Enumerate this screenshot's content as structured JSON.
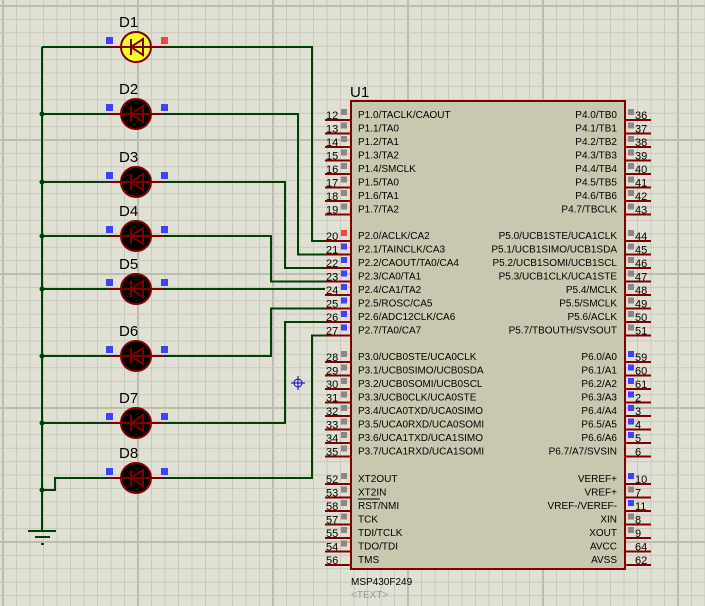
{
  "schematic": {
    "colors": {
      "background": "#e0e0d4",
      "grid_minor": "#c8c8bc",
      "grid_major": "#bcbcb0",
      "wire": "#004000",
      "component_outline": "#800000",
      "chip_fill": "#c8c8b0",
      "led_on_fill": "#ffff30",
      "led_off_fill": "#000000",
      "pin_logic_low": "#4040ff",
      "pin_logic_high": "#ff4040",
      "pin_unknown": "#888888",
      "cursor": "#0000cc"
    },
    "leds": [
      {
        "ref": "D1",
        "state": "on",
        "left_pin": "low",
        "right_pin": "high"
      },
      {
        "ref": "D2",
        "state": "off",
        "left_pin": "low",
        "right_pin": "low"
      },
      {
        "ref": "D3",
        "state": "off",
        "left_pin": "low",
        "right_pin": "low"
      },
      {
        "ref": "D4",
        "state": "off",
        "left_pin": "low",
        "right_pin": "low"
      },
      {
        "ref": "D5",
        "state": "off",
        "left_pin": "low",
        "right_pin": "low"
      },
      {
        "ref": "D6",
        "state": "off",
        "left_pin": "low",
        "right_pin": "low"
      },
      {
        "ref": "D7",
        "state": "off",
        "left_pin": "low",
        "right_pin": "low"
      },
      {
        "ref": "D8",
        "state": "off",
        "left_pin": "low",
        "right_pin": "low"
      }
    ],
    "chip": {
      "ref": "U1",
      "part": "MSP430F249",
      "text_placeholder": "<TEXT>",
      "left_groups": [
        [
          {
            "num": "12",
            "name": "P1.0/TACLK/CAOUT",
            "state": "unknown"
          },
          {
            "num": "13",
            "name": "P1.1/TA0",
            "state": "unknown"
          },
          {
            "num": "14",
            "name": "P1.2/TA1",
            "state": "unknown"
          },
          {
            "num": "15",
            "name": "P1.3/TA2",
            "state": "unknown"
          },
          {
            "num": "16",
            "name": "P1.4/SMCLK",
            "state": "unknown"
          },
          {
            "num": "17",
            "name": "P1.5/TA0",
            "state": "unknown"
          },
          {
            "num": "18",
            "name": "P1.6/TA1",
            "state": "unknown"
          },
          {
            "num": "19",
            "name": "P1.7/TA2",
            "state": "unknown"
          }
        ],
        [
          {
            "num": "20",
            "name": "P2.0/ACLK/CA2",
            "state": "high"
          },
          {
            "num": "21",
            "name": "P2.1/TAINCLK/CA3",
            "state": "low"
          },
          {
            "num": "22",
            "name": "P2.2/CAOUT/TA0/CA4",
            "state": "low"
          },
          {
            "num": "23",
            "name": "P2.3/CA0/TA1",
            "state": "low"
          },
          {
            "num": "24",
            "name": "P2.4/CA1/TA2",
            "state": "low"
          },
          {
            "num": "25",
            "name": "P2.5/ROSC/CA5",
            "state": "low"
          },
          {
            "num": "26",
            "name": "P2.6/ADC12CLK/CA6",
            "state": "low"
          },
          {
            "num": "27",
            "name": "P2.7/TA0/CA7",
            "state": "low"
          }
        ],
        [
          {
            "num": "28",
            "name": "P3.0/UCB0STE/UCA0CLK",
            "state": "unknown"
          },
          {
            "num": "29",
            "name": "P3.1/UCB0SIMO/UCB0SDA",
            "state": "unknown"
          },
          {
            "num": "30",
            "name": "P3.2/UCB0SOMI/UCB0SCL",
            "state": "unknown"
          },
          {
            "num": "31",
            "name": "P3.3/UCB0CLK/UCA0STE",
            "state": "unknown"
          },
          {
            "num": "32",
            "name": "P3.4/UCA0TXD/UCA0SIMO",
            "state": "unknown"
          },
          {
            "num": "33",
            "name": "P3.5/UCA0RXD/UCA0SOMI",
            "state": "unknown"
          },
          {
            "num": "34",
            "name": "P3.6/UCA1TXD/UCA1SIMO",
            "state": "unknown"
          },
          {
            "num": "35",
            "name": "P3.7/UCA1RXD/UCA1SOMI",
            "state": "unknown"
          }
        ],
        [
          {
            "num": "52",
            "name": "XT2OUT",
            "state": "unknown"
          },
          {
            "num": "53",
            "name": "XT2IN",
            "state": "unknown"
          },
          {
            "num": "58",
            "name": "RST/NMI",
            "state": "unknown",
            "overline": "RST"
          },
          {
            "num": "57",
            "name": "TCK",
            "state": "unknown"
          },
          {
            "num": "55",
            "name": "TDI/TCLK",
            "state": "unknown"
          },
          {
            "num": "54",
            "name": "TDO/TDI",
            "state": "unknown"
          },
          {
            "num": "56",
            "name": "TMS",
            "state": "none"
          }
        ]
      ],
      "right_groups": [
        [
          {
            "num": "36",
            "name": "P4.0/TB0",
            "state": "unknown"
          },
          {
            "num": "37",
            "name": "P4.1/TB1",
            "state": "unknown"
          },
          {
            "num": "38",
            "name": "P4.2/TB2",
            "state": "unknown"
          },
          {
            "num": "39",
            "name": "P4.3/TB3",
            "state": "unknown"
          },
          {
            "num": "40",
            "name": "P4.4/TB4",
            "state": "unknown"
          },
          {
            "num": "41",
            "name": "P4.5/TB5",
            "state": "unknown"
          },
          {
            "num": "42",
            "name": "P4.6/TB6",
            "state": "unknown"
          },
          {
            "num": "43",
            "name": "P4.7/TBCLK",
            "state": "unknown"
          }
        ],
        [
          {
            "num": "44",
            "name": "P5.0/UCB1STE/UCA1CLK",
            "state": "unknown"
          },
          {
            "num": "45",
            "name": "P5.1/UCB1SIMO/UCB1SDA",
            "state": "unknown"
          },
          {
            "num": "46",
            "name": "P5.2/UCB1SOMI/UCB1SCL",
            "state": "unknown"
          },
          {
            "num": "47",
            "name": "P5.3/UCB1CLK/UCA1STE",
            "state": "unknown"
          },
          {
            "num": "48",
            "name": "P5.4/MCLK",
            "state": "unknown"
          },
          {
            "num": "49",
            "name": "P5.5/SMCLK",
            "state": "unknown"
          },
          {
            "num": "50",
            "name": "P5.6/ACLK",
            "state": "unknown"
          },
          {
            "num": "51",
            "name": "P5.7/TBOUTH/SVSOUT",
            "state": "unknown"
          }
        ],
        [
          {
            "num": "59",
            "name": "P6.0/A0",
            "state": "low"
          },
          {
            "num": "60",
            "name": "P6.1/A1",
            "state": "low"
          },
          {
            "num": "61",
            "name": "P6.2/A2",
            "state": "low"
          },
          {
            "num": "2",
            "name": "P6.3/A3",
            "state": "low"
          },
          {
            "num": "3",
            "name": "P6.4/A4",
            "state": "low"
          },
          {
            "num": "4",
            "name": "P6.5/A5",
            "state": "low"
          },
          {
            "num": "5",
            "name": "P6.6/A6",
            "state": "low"
          },
          {
            "num": "6",
            "name": "P6.7/A7/SVSIN",
            "state": "none"
          }
        ],
        [
          {
            "num": "10",
            "name": "VEREF+",
            "state": "low"
          },
          {
            "num": "7",
            "name": "VREF+",
            "state": "unknown"
          },
          {
            "num": "11",
            "name": "VREF-/VEREF-",
            "state": "low"
          },
          {
            "num": "8",
            "name": "XIN",
            "state": "unknown"
          },
          {
            "num": "9",
            "name": "XOUT",
            "state": "unknown"
          },
          {
            "num": "64",
            "name": "AVCC",
            "state": "none"
          },
          {
            "num": "62",
            "name": "AVSS",
            "state": "none"
          }
        ]
      ]
    }
  }
}
